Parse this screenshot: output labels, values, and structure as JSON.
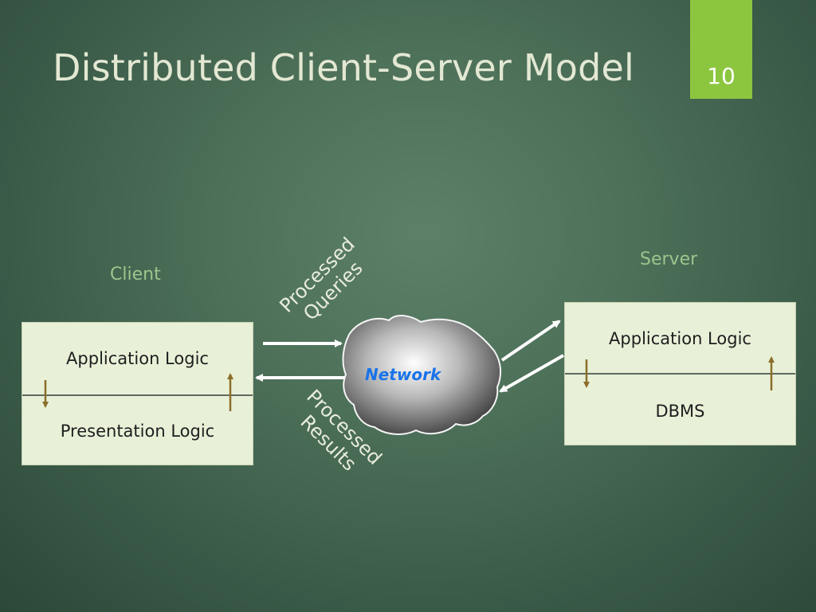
{
  "slide": {
    "title": "Distributed Client-Server Model",
    "number": "10"
  },
  "client": {
    "heading": "Client",
    "top_row": "Application Logic",
    "bottom_row": "Presentation Logic"
  },
  "server": {
    "heading": "Server",
    "top_row": "Application Logic",
    "bottom_row": "DBMS"
  },
  "network": {
    "label": "Network"
  },
  "flows": {
    "queries_line1": "Processed",
    "queries_line2": "Queries",
    "results_line1": "Processed",
    "results_line2": "Results"
  },
  "colors": {
    "accent_green": "#8cc63f",
    "box_fill": "#e8f1d8",
    "arrow_gold": "#8b6d2a",
    "network_text": "#1a73e8"
  }
}
